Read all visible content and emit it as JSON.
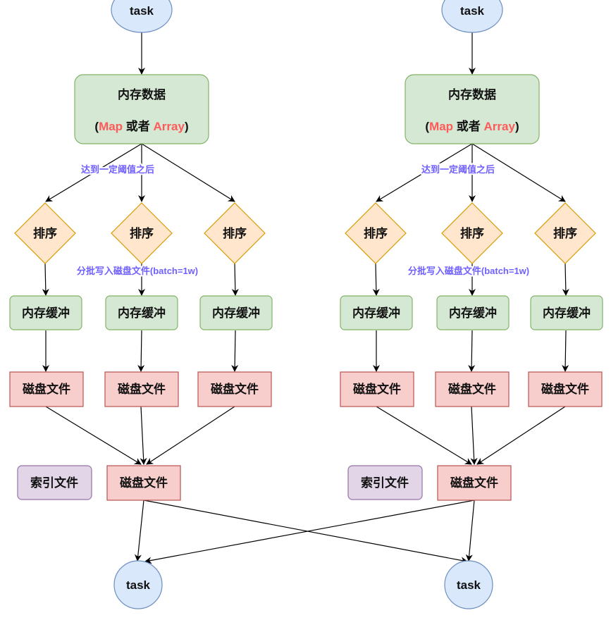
{
  "colors": {
    "ellipse_fill": "#dae8fc",
    "ellipse_stroke": "#6c8ebf",
    "green_fill": "#d5e8d4",
    "green_stroke": "#82b366",
    "diamond_fill": "#ffe6cc",
    "diamond_stroke": "#d79b00",
    "red_fill": "#f8cecc",
    "red_stroke": "#b85450",
    "purple_fill": "#e1d5e7",
    "purple_stroke": "#9673a6",
    "label_color": "#7060ff",
    "highlight_color": "#ff5a5a",
    "arrow_color": "#000000"
  },
  "left": {
    "task_top": "task",
    "memory_title": "内存数据",
    "memory_sub": {
      "open": "(",
      "map": "Map",
      "or": " 或者 ",
      "array": "Array",
      "close": ")"
    },
    "threshold_label": "达到一定阈值之后",
    "sort": [
      "排序",
      "排序",
      "排序"
    ],
    "batch_label": "分批写入磁盘文件(batch=1w)",
    "buffers": [
      "内存缓冲",
      "内存缓冲",
      "内存缓冲"
    ],
    "disk_files": [
      "磁盘文件",
      "磁盘文件",
      "磁盘文件"
    ],
    "index_file": "索引文件",
    "merged_file": "磁盘文件",
    "task_bottom": "task"
  },
  "right": {
    "task_top": "task",
    "memory_title": "内存数据",
    "memory_sub": {
      "open": "(",
      "map": "Map",
      "or": " 或者 ",
      "array": "Array",
      "close": ")"
    },
    "threshold_label": "达到一定阈值之后",
    "sort": [
      "排序",
      "排序",
      "排序"
    ],
    "batch_label": "分批写入磁盘文件(batch=1w)",
    "buffers": [
      "内存缓冲",
      "内存缓冲",
      "内存缓冲"
    ],
    "disk_files": [
      "磁盘文件",
      "磁盘文件",
      "磁盘文件"
    ],
    "index_file": "索引文件",
    "merged_file": "磁盘文件",
    "task_bottom": "task"
  }
}
